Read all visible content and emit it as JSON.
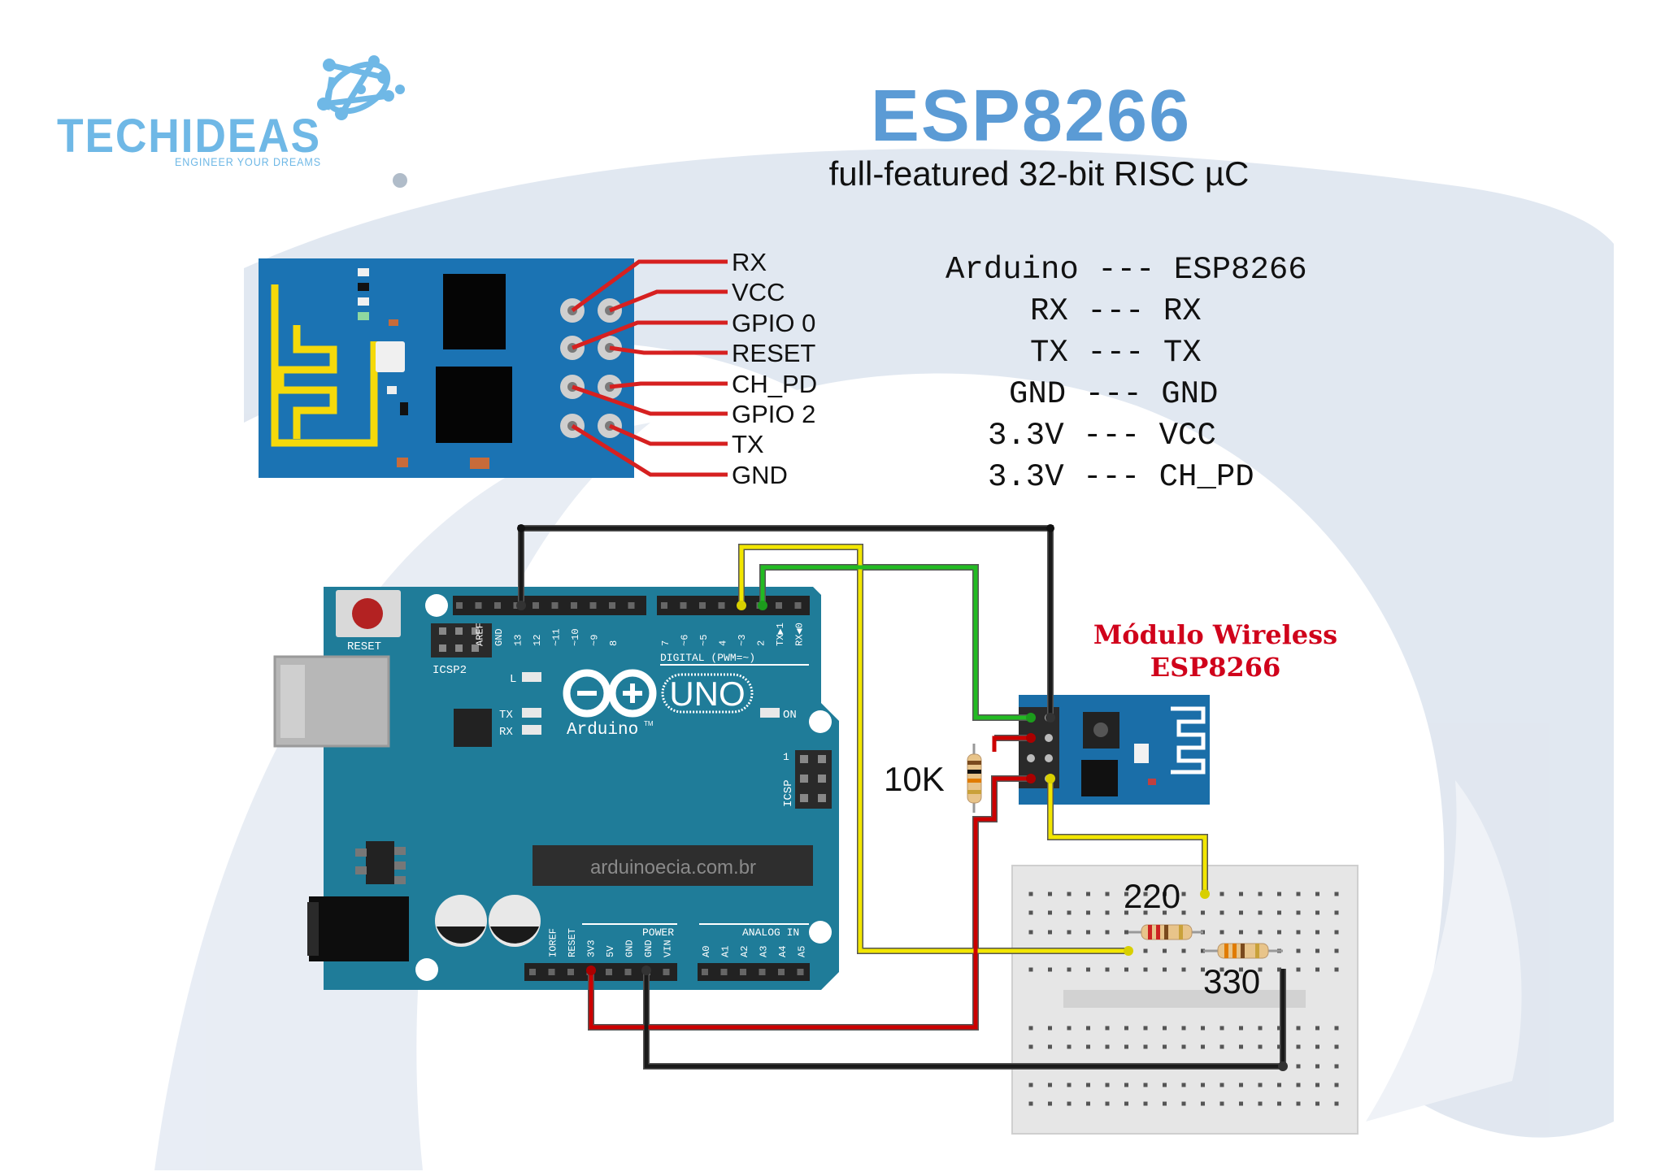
{
  "logo": {
    "brand": "TECHIDEAS",
    "tagline": "ENGINEER YOUR DREAMS"
  },
  "header": {
    "title": "ESP8266",
    "subtitle": "full-featured 32-bit RISC µC"
  },
  "pinout": {
    "labels": [
      "RX",
      "VCC",
      "GPIO 0",
      "RESET",
      "CH_PD",
      "GPIO 2",
      "TX",
      "GND"
    ]
  },
  "mapping": {
    "header": "Arduino --- ESP8266",
    "rows": [
      "RX --- RX",
      "TX --- TX",
      "GND --- GND",
      "3.3V --- VCC",
      "3.3V --- CH_PD"
    ]
  },
  "module_label": {
    "line1": "Módulo Wireless",
    "line2": "ESP8266"
  },
  "resistors": {
    "r1": "10K",
    "r2": "220",
    "r3": "330"
  },
  "arduino": {
    "board_name": "UNO",
    "brand": "Arduino",
    "brand_tm": "TM",
    "watermark": "arduinoecia.com.br",
    "reset": "RESET",
    "icsp2": "ICSP2",
    "icsp": "ICSP",
    "digital": "DIGITAL (PWM=~)",
    "power": "POWER",
    "analog": "ANALOG IN",
    "led_l": "L",
    "led_tx": "TX",
    "led_rx": "RX",
    "led_on": "ON",
    "icsp_pin1": "1",
    "top_pins": [
      "AREF",
      "GND",
      "13",
      "12",
      "~11",
      "~10",
      "~9",
      "8",
      "7",
      "~6",
      "~5",
      "4",
      "~3",
      "2",
      "TX▶1",
      "RX◀0"
    ],
    "bottom_pins": [
      "IOREF",
      "RESET",
      "3V3",
      "5V",
      "GND",
      "GND",
      "VIN",
      "A0",
      "A1",
      "A2",
      "A3",
      "A4",
      "A5"
    ]
  },
  "colors": {
    "title_blue": "#5b9bd5",
    "logo_blue": "#6fb8e6",
    "board_teal": "#1f7c99",
    "esp_blue": "#1a6ea8",
    "module_red": "#d0021b",
    "wire_red": "#cc0000",
    "wire_yellow": "#f2e600",
    "wire_green": "#22bb22",
    "wire_black": "#1a1a1a"
  }
}
